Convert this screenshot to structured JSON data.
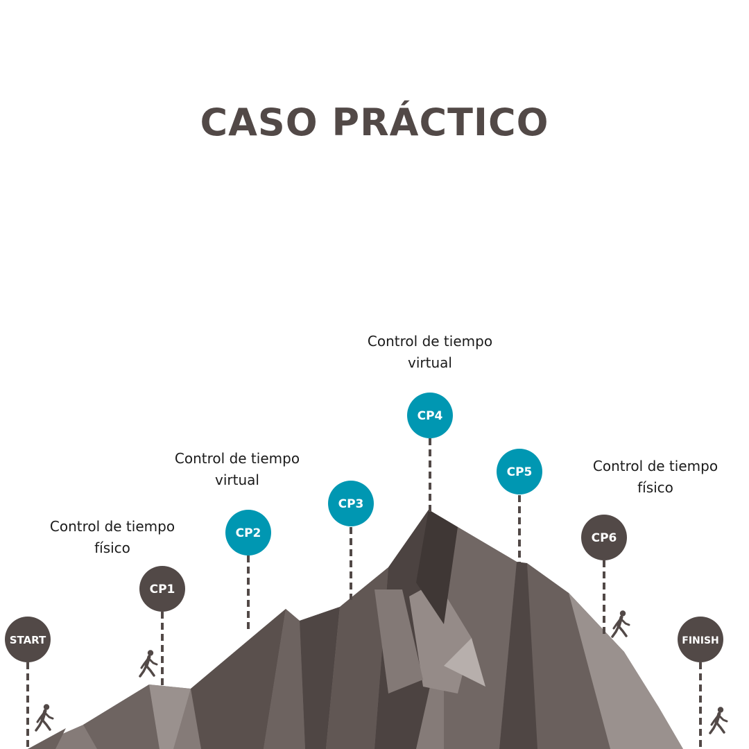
{
  "title": "CASO PRÁCTICO",
  "colors": {
    "text": "#524947",
    "node_dark": "#524947",
    "node_accent": "#0097b2",
    "line": "#524947"
  },
  "checkpoints": [
    {
      "id": "start",
      "label": "START",
      "style": "dark"
    },
    {
      "id": "cp1",
      "label": "CP1",
      "style": "dark"
    },
    {
      "id": "cp2",
      "label": "CP2",
      "style": "accent"
    },
    {
      "id": "cp3",
      "label": "CP3",
      "style": "accent"
    },
    {
      "id": "cp4",
      "label": "CP4",
      "style": "accent"
    },
    {
      "id": "cp5",
      "label": "CP5",
      "style": "accent"
    },
    {
      "id": "cp6",
      "label": "CP6",
      "style": "dark"
    },
    {
      "id": "finish",
      "label": "FINISH",
      "style": "dark"
    }
  ],
  "annotations": {
    "cp1": {
      "line1": "Control de tiempo",
      "line2": "físico"
    },
    "cp2": {
      "line1": "Control de tiempo",
      "line2": "virtual"
    },
    "cp4": {
      "line1": "Control de tiempo",
      "line2": "virtual"
    },
    "cp6": {
      "line1": "Control de tiempo",
      "line2": "físico"
    }
  },
  "icons": [
    "walker-icon",
    "walker-icon",
    "walker-icon",
    "walker-icon"
  ]
}
